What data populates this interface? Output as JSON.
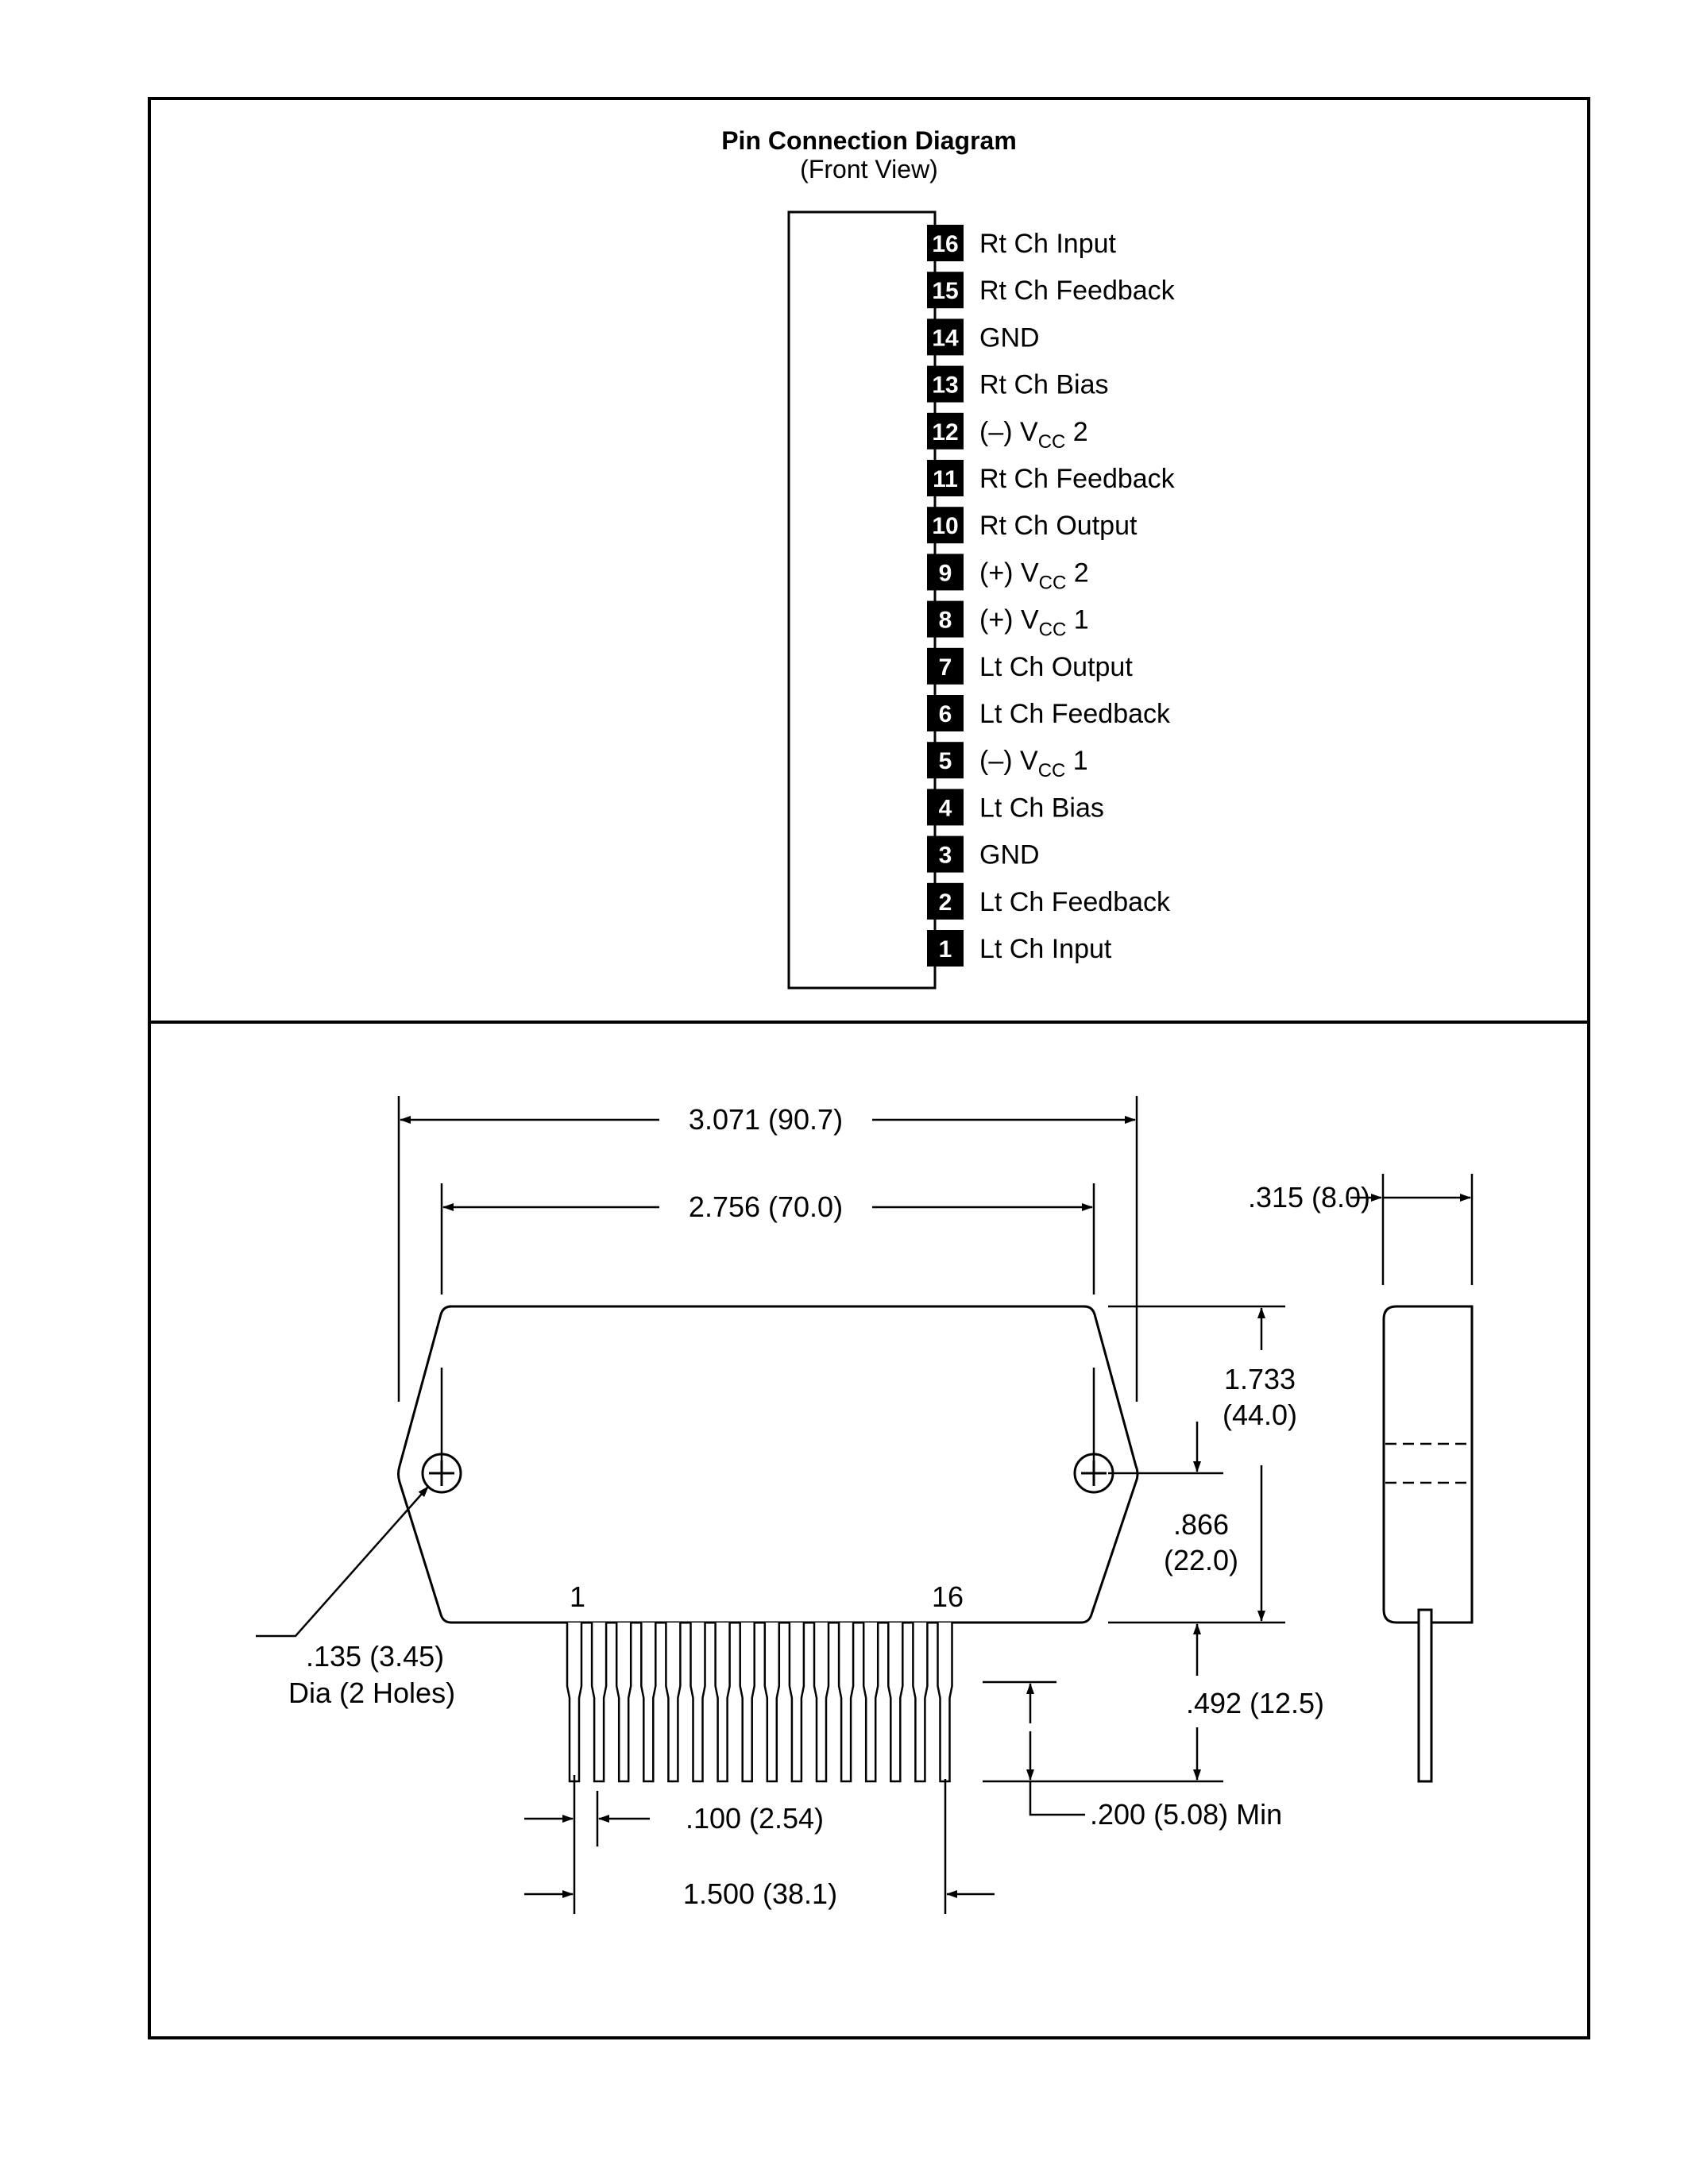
{
  "pin_diagram": {
    "title": "Pin Connection Diagram",
    "subtitle": "(Front View)",
    "pins": [
      {
        "num": "16",
        "name": "Rt Ch Input"
      },
      {
        "num": "15",
        "name": "Rt Ch Feedback"
      },
      {
        "num": "14",
        "name": "GND"
      },
      {
        "num": "13",
        "name": "Rt Ch Bias"
      },
      {
        "num": "12",
        "pre": "(–) V",
        "sub": "CC",
        "post": " 2"
      },
      {
        "num": "11",
        "name": "Rt Ch Feedback"
      },
      {
        "num": "10",
        "name": "Rt Ch Output"
      },
      {
        "num": "9",
        "pre": "(+) V",
        "sub": "CC",
        "post": " 2"
      },
      {
        "num": "8",
        "pre": "(+) V",
        "sub": "CC",
        "post": " 1"
      },
      {
        "num": "7",
        "name": "Lt Ch Output"
      },
      {
        "num": "6",
        "name": "Lt Ch Feedback"
      },
      {
        "num": "5",
        "pre": "(–) V",
        "sub": "CC",
        "post": " 1"
      },
      {
        "num": "4",
        "name": "Lt Ch Bias"
      },
      {
        "num": "3",
        "name": "GND"
      },
      {
        "num": "2",
        "name": "Lt Ch Feedback"
      },
      {
        "num": "1",
        "name": "Lt Ch Input"
      }
    ]
  },
  "package_drawing": {
    "overall_width": "3.071 (90.7)",
    "hole_spacing": "2.756 (70.0)",
    "thickness": ".315 (8.0)",
    "height_line1": "1.733",
    "height_line2": "(44.0)",
    "hole_height_line1": ".866",
    "hole_height_line2": "(22.0)",
    "lead_length": ".492 (12.5)",
    "lead_min": ".200 (5.08) Min",
    "hole_dia_line1": ".135 (3.45)",
    "hole_dia_line2": "Dia (2 Holes)",
    "pin_pitch": ".100 (2.54)",
    "pin_span": "1.500 (38.1)",
    "pin_first": "1",
    "pin_last": "16"
  }
}
